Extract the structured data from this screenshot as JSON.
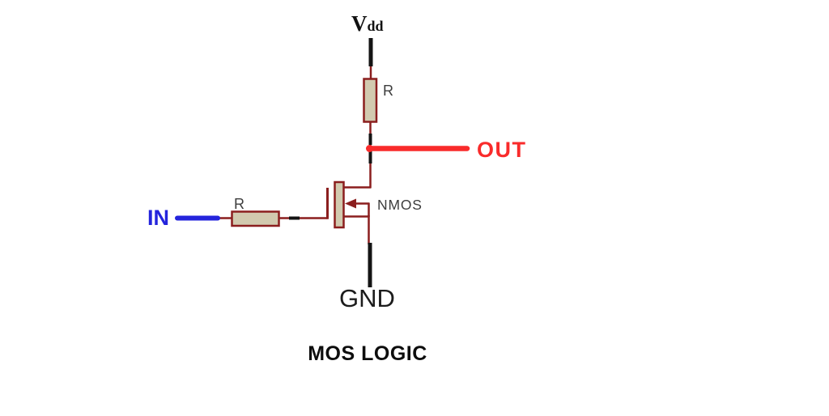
{
  "diagram": {
    "title": "MOS LOGIC",
    "power_label": {
      "main": "V",
      "sub": "dd"
    },
    "nodes": {
      "in": "IN",
      "out": "OUT",
      "ground": "GND"
    },
    "components": {
      "load_resistor": "R",
      "gate_resistor": "R",
      "transistor": "NMOS"
    },
    "colors": {
      "wire_maroon": "#8B1E1E",
      "component_fill": "#D2CAAF",
      "pin_black": "#141414",
      "out_red": "#F92B2B",
      "in_blue": "#2424DC",
      "label_gray": "#3D3D3D",
      "gnd_black": "#1C1C1C",
      "title_black": "#0D0D0D",
      "vdd_black": "#111111"
    }
  }
}
